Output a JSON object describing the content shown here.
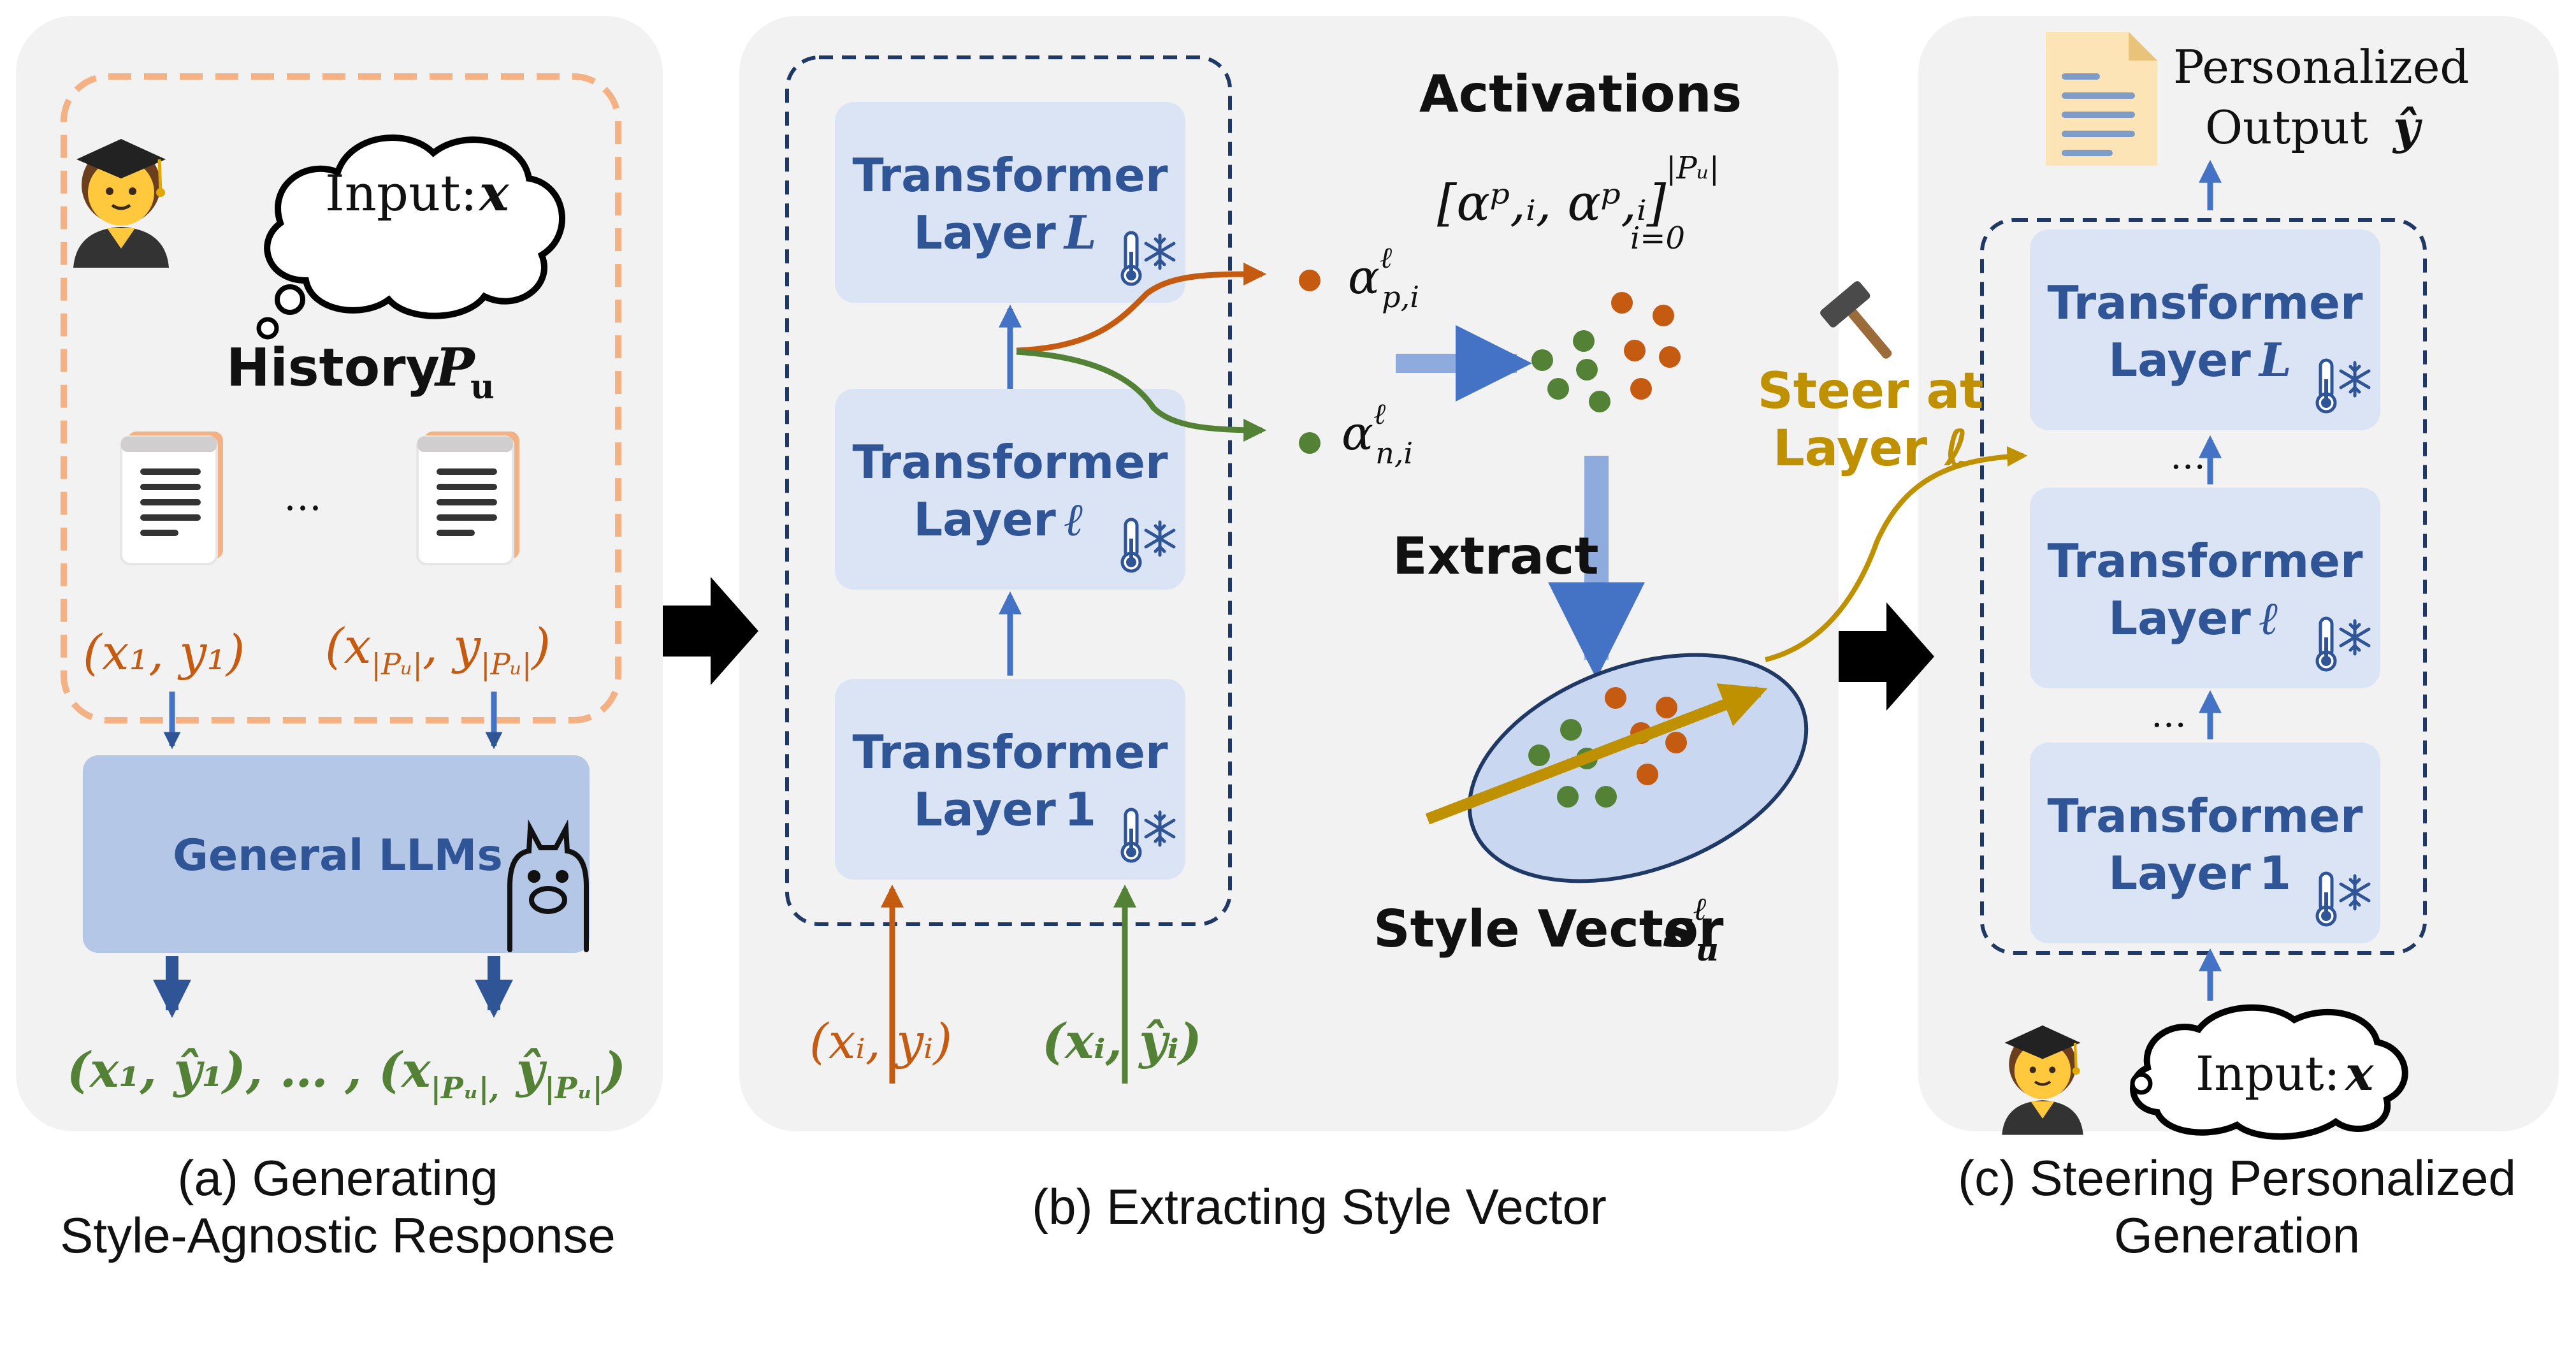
{
  "panel_a": {
    "input_label": "Input:",
    "input_var": "x",
    "history_label": "History",
    "history_var": "P",
    "history_sub": "u",
    "dots": "…",
    "pair_first": "(x₁, y₁)",
    "pair_last_pre": "(x",
    "pair_last_sub1": "|Pᵤ|",
    "pair_last_mid": ", y",
    "pair_last_sub2": "|Pᵤ|",
    "pair_last_post": ")",
    "llm_label": "General LLMs",
    "output_line": "(x₁, ŷ₁), … , (x",
    "output_sub1": "|Pᵤ|,",
    "output_mid": " ŷ",
    "output_sub2": "|Pᵤ|",
    "output_post": ")",
    "caption_line1": "(a)  Generating",
    "caption_line2": "Style-Agnostic Response"
  },
  "panel_b": {
    "layer_top_word": "Transformer",
    "layer_top_sub": "Layer",
    "layer_top_var": "L",
    "layer_mid_word": "Transformer",
    "layer_mid_sub": "Layer",
    "layer_mid_var": "ℓ",
    "layer_bot_word": "Transformer",
    "layer_bot_sub": "Layer",
    "layer_bot_var": "1",
    "activations_title": "Activations",
    "activations_formula": "[αᵖ,ᵢ, αᵖ,ᵢ]",
    "activations_sup": "|Pᵤ|",
    "activations_sub": "i=0",
    "act_p_label": "α",
    "act_p_sup": "ℓ",
    "act_p_sub": "p,i",
    "act_n_label": "α",
    "act_n_sup": "ℓ",
    "act_n_sub": "n,i",
    "extract_label": "Extract",
    "style_vector_label": "Style Vector",
    "style_vector_var": "s",
    "style_vector_sup": "ℓ",
    "style_vector_sub": "u",
    "input_orange": "(xᵢ, yᵢ)",
    "input_green": "(xᵢ, ŷᵢ)",
    "caption": "(b) Extracting Style Vector"
  },
  "panel_c": {
    "output_line1": "Personalized",
    "output_line2": "Output",
    "output_var": "ŷ",
    "steer_line1": "Steer at",
    "steer_line2": "Layer ℓ",
    "layer_top_word": "Transformer",
    "layer_top_sub": "Layer",
    "layer_top_var": "L",
    "layer_mid_word": "Transformer",
    "layer_mid_sub": "Layer",
    "layer_mid_var": "ℓ",
    "layer_bot_word": "Transformer",
    "layer_bot_sub": "Layer",
    "layer_bot_var": "1",
    "dots": "…",
    "input_label": "Input:",
    "input_var": "x",
    "caption_line1": "(c) Steering Personalized",
    "caption_line2": "Generation"
  },
  "colors": {
    "panel": "#f2f2f2",
    "layer_box": "#dbe4f5",
    "layer_text": "#2f5597",
    "orange": "#c55a11",
    "green": "#538135",
    "gold": "#bf9000",
    "arrow_blue": "#4472c4",
    "dashed_orange": "#f4b183",
    "dashed_navy": "#1f3864"
  },
  "icons": [
    "student-icon",
    "thought-cloud-icon",
    "document-icon",
    "llama-icon",
    "thermometer-icon",
    "snowflake-icon",
    "hammer-icon",
    "output-document-icon"
  ]
}
